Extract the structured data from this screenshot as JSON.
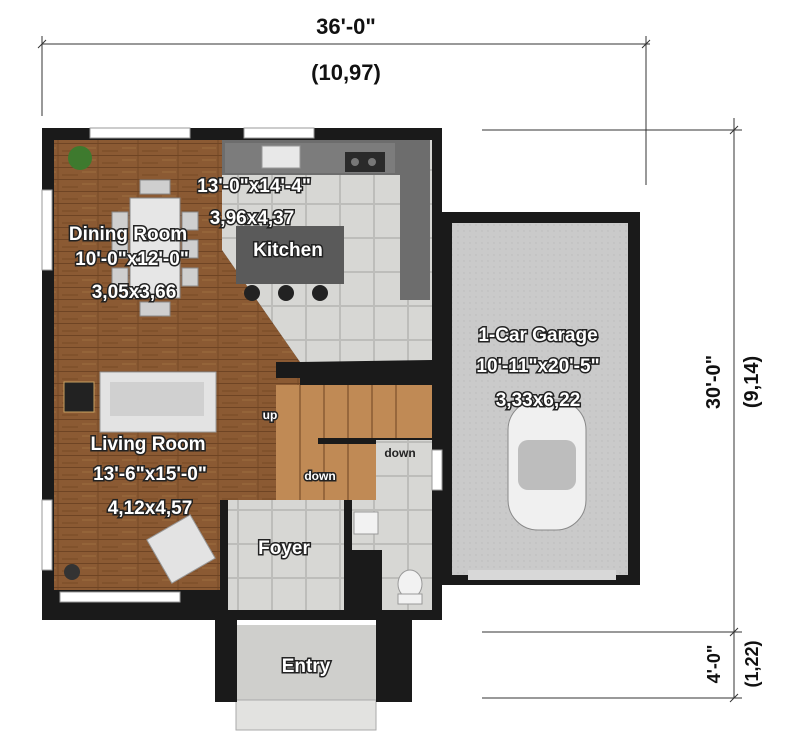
{
  "dimensions": {
    "overall_width_imperial": "36'-0\"",
    "overall_width_metric": "(10,97)",
    "overall_depth_imperial": "30'-0\"",
    "overall_depth_metric": "(9,14)",
    "entry_depth_imperial": "4'-0\"",
    "entry_depth_metric": "(1,22)"
  },
  "rooms": {
    "dining": {
      "name": "Dining Room",
      "size_imperial": "10'-0\"x12'-0\"",
      "size_metric": "3,05x3,66"
    },
    "kitchen": {
      "name": "Kitchen",
      "size_imperial": "13'-0\"x14'-4\"",
      "size_metric": "3,96x4,37"
    },
    "living": {
      "name": "Living Room",
      "size_imperial": "13'-6\"x15'-0\"",
      "size_metric": "4,12x4,57"
    },
    "garage": {
      "name": "1-Car Garage",
      "size_imperial": "10'-11\"x20'-5\"",
      "size_metric": "3,33x6,22"
    },
    "foyer": {
      "name": "Foyer"
    },
    "entry": {
      "name": "Entry"
    }
  },
  "stairs": {
    "up_label": "up",
    "down_label_1": "down",
    "down_label_2": "down"
  },
  "colors": {
    "wall": "#1a1a1a",
    "wood": "#8a5a32",
    "tile": "#d6d6d3",
    "garage": "#c9c9c9",
    "counter": "#6b6b6b"
  }
}
